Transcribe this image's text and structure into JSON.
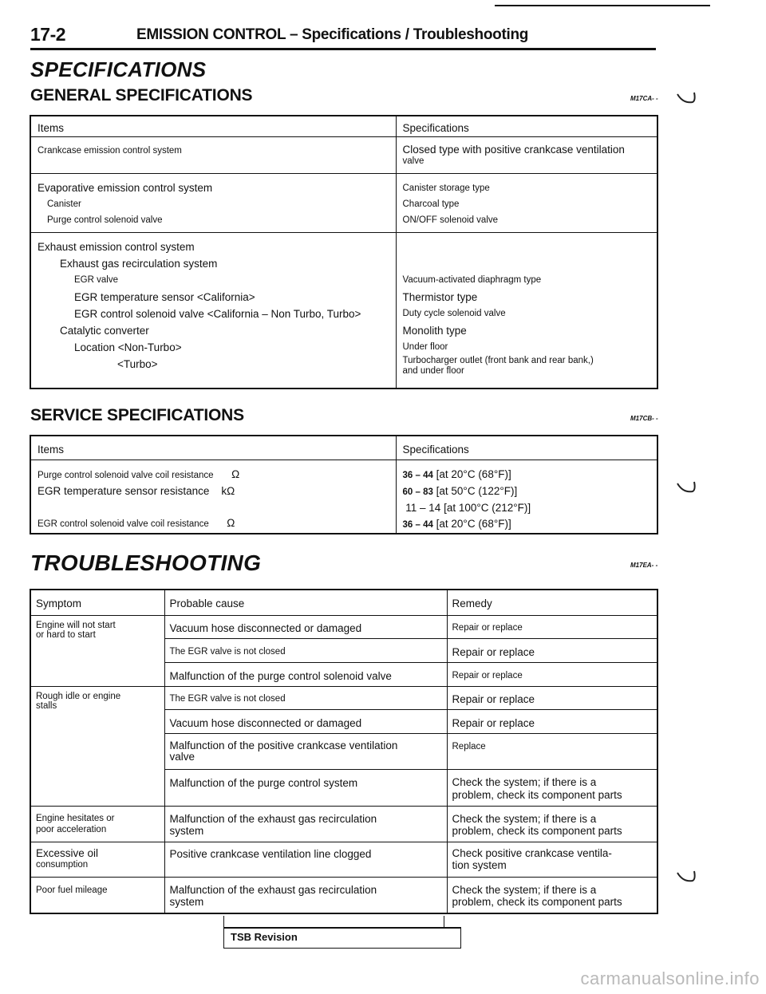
{
  "header": {
    "page_number": "17-2",
    "title": "EMISSION CONTROL – Specifications / Troubleshooting"
  },
  "specifications_heading": "SPECIFICATIONS",
  "general": {
    "heading": "GENERAL SPECIFICATIONS",
    "code": "M17CA- -",
    "col_items": "Items",
    "col_specs": "Specifications",
    "rows": [
      {
        "items": [
          "Crankcase emission control system"
        ],
        "specs": [
          "Closed type with positive crankcase ventilation",
          "valve"
        ]
      },
      {
        "items": [
          "Evaporative emission control system",
          "Canister",
          "Purge control solenoid valve"
        ],
        "specs": [
          "Canister storage type",
          "Charcoal type",
          "ON/OFF solenoid valve"
        ]
      },
      {
        "items": [
          "Exhaust emission control system",
          "Exhaust gas recirculation system",
          "EGR valve",
          "EGR temperature sensor <California>",
          "EGR control solenoid valve <California – Non Turbo, Turbo>",
          "Catalytic converter",
          "Location <Non-Turbo>",
          "<Turbo>"
        ],
        "specs": [
          "",
          "",
          "Vacuum-activated diaphragm type",
          "Thermistor type",
          "Duty cycle solenoid valve",
          "Monolith type",
          "Under floor",
          "Turbocharger outlet (front bank and rear bank,)",
          "and under floor"
        ]
      }
    ]
  },
  "service": {
    "heading": "SERVICE SPECIFICATIONS",
    "code": "M17CB- -",
    "col_items": "Items",
    "col_specs": "Specifications",
    "rows": [
      {
        "item": "Purge control solenoid valve coil resistance",
        "unit": "Ω",
        "spec_range": "36 – 44",
        "spec_cond": "[at 20°C (68°F)]"
      },
      {
        "item": "EGR temperature sensor resistance",
        "unit": "kΩ",
        "spec_range": "60 – 83",
        "spec_cond": "[at 50°C (122°F)]"
      },
      {
        "item": "",
        "unit": "",
        "spec_range": "11 – 14",
        "spec_cond": "[at 100°C (212°F)]"
      },
      {
        "item": "EGR control solenoid valve coil resistance",
        "unit": "Ω",
        "spec_range": "36 – 44",
        "spec_cond": "[at 20°C (68°F)]"
      }
    ]
  },
  "troubleshooting": {
    "heading": "TROUBLESHOOTING",
    "code": "M17EA- -",
    "col_symptom": "Symptom",
    "col_cause": "Probable cause",
    "col_remedy": "Remedy",
    "groups": [
      {
        "symptom": [
          "Engine will not start",
          "or hard to start"
        ],
        "rows": [
          {
            "cause": [
              "Vacuum hose disconnected or damaged"
            ],
            "remedy": [
              "Repair or replace"
            ]
          },
          {
            "cause": [
              "The EGR valve is not closed"
            ],
            "remedy": [
              "Repair or replace"
            ]
          },
          {
            "cause": [
              "Malfunction of the purge control solenoid valve"
            ],
            "remedy": [
              "Repair or replace"
            ]
          }
        ]
      },
      {
        "symptom": [
          "Rough idle or engine",
          "stalls"
        ],
        "rows": [
          {
            "cause": [
              "The EGR valve is not closed"
            ],
            "remedy": [
              "Repair or replace"
            ]
          },
          {
            "cause": [
              "Vacuum hose disconnected or damaged"
            ],
            "remedy": [
              "Repair or replace"
            ]
          },
          {
            "cause": [
              "Malfunction of the positive crankcase ventilation",
              "valve"
            ],
            "remedy": [
              "Replace"
            ]
          },
          {
            "cause": [
              "Malfunction of the purge control system"
            ],
            "remedy": [
              "Check the system; if there is a",
              "problem, check its component parts"
            ]
          }
        ]
      },
      {
        "symptom": [
          "Engine hesitates or",
          "poor acceleration"
        ],
        "rows": [
          {
            "cause": [
              "Malfunction of the exhaust gas recirculation",
              "system"
            ],
            "remedy": [
              "Check the system; if there is a",
              "problem, check its component parts"
            ]
          }
        ]
      },
      {
        "symptom": [
          "Excessive oil",
          "consumption"
        ],
        "rows": [
          {
            "cause": [
              "Positive crankcase ventilation line clogged"
            ],
            "remedy": [
              "Check positive crankcase ventila-",
              "tion system"
            ]
          }
        ]
      },
      {
        "symptom": [
          "Poor fuel mileage"
        ],
        "rows": [
          {
            "cause": [
              "Malfunction of the exhaust gas recirculation",
              "system"
            ],
            "remedy": [
              "Check the system; if there is a",
              "problem, check its component parts"
            ]
          }
        ]
      }
    ]
  },
  "footer": {
    "label": "TSB Revision"
  },
  "watermark": "carmanualsonline.info"
}
